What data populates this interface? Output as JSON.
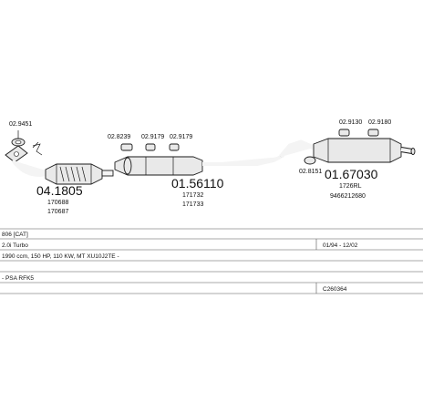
{
  "parts": {
    "catalyst": {
      "number": "04.1805",
      "refs": [
        "170688",
        "170687"
      ],
      "gasket": "02.9451"
    },
    "middle_silencer": {
      "number": "01.56110",
      "refs": [
        "171732",
        "171733"
      ],
      "hangers": [
        "02.8239",
        "02.9179",
        "02.9179"
      ]
    },
    "rear_silencer": {
      "number": "01.67030",
      "refs": [
        "1726RL",
        "9466212680"
      ],
      "hangers": [
        "02.9130",
        "02.9180",
        "02.8151"
      ]
    }
  },
  "vehicle": {
    "model": "806  [CAT]",
    "engine": "2.0i Turbo",
    "period": "01/94 - 12/02",
    "specs": "1990 ccm, 150 HP, 110 KW, MT XU10J2TE -",
    "engine_code": "- PSA RFK5",
    "code": "C260364"
  }
}
